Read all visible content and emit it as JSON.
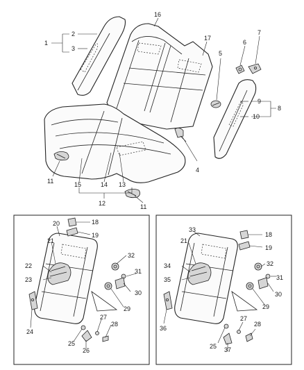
{
  "diagram": {
    "callouts": {
      "c1": "1",
      "c2": "2",
      "c3": "3",
      "c4": "4",
      "c5": "5",
      "c6": "6",
      "c7": "7",
      "c8": "8",
      "c9": "9",
      "c10": "10",
      "c11a": "11",
      "c11b": "11",
      "c12": "12",
      "c13": "13",
      "c14": "14",
      "c15": "15",
      "c16": "16",
      "c17": "17",
      "l18": "18",
      "l19": "19",
      "l20": "20",
      "l21": "21",
      "l22": "22",
      "l23": "23",
      "l24": "24",
      "l25": "25",
      "l26": "26",
      "l27": "27",
      "l28": "28",
      "l29": "29",
      "l30": "30",
      "l31": "31",
      "l32": "32",
      "r18": "18",
      "r19": "19",
      "r21": "21",
      "r25": "25",
      "r27": "27",
      "r28": "28",
      "r29": "29",
      "r30": "30",
      "r31": "31",
      "r32": "32",
      "r33": "33",
      "r34": "34",
      "r35": "35",
      "r36": "36",
      "r37": "37"
    }
  }
}
